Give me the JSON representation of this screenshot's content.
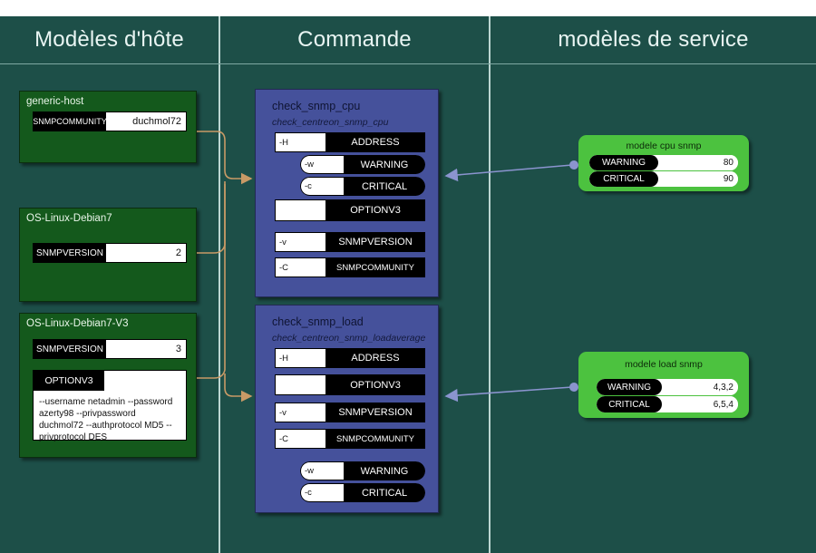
{
  "page": {
    "background": "#1d4f48",
    "top_strip_color": "#ffffff"
  },
  "columns": [
    {
      "name": "host-templates",
      "title": "Modèles d'hôte"
    },
    {
      "name": "command",
      "title": "Commande"
    },
    {
      "name": "service-templates",
      "title": "modèles de service"
    }
  ],
  "host_templates": [
    {
      "name": "generic-host",
      "title": "generic-host",
      "macros": [
        {
          "key": "SNMPCOMMUNITY",
          "value": "duchmol72"
        }
      ]
    },
    {
      "name": "os-linux-debian7",
      "title": "OS-Linux-Debian7",
      "macros": [
        {
          "key": "SNMPVERSION",
          "value": "2"
        }
      ]
    },
    {
      "name": "os-linux-debian7-v3",
      "title": "OS-Linux-Debian7-V3",
      "macros": [
        {
          "key": "SNMPVERSION",
          "value": "3"
        }
      ],
      "optionv3": {
        "key": "OPTIONV3",
        "value": "--username netadmin --password azerty98 --privpassword duchmol72 --authprotocol MD5 --privprotocol DES"
      }
    }
  ],
  "commands": [
    {
      "name": "check_snmp_cpu",
      "title": "check_snmp_cpu",
      "subtitle": "check_centreon_snmp_cpu",
      "args": [
        {
          "switch": "-H",
          "macro": "ADDRESS",
          "shape": "rect"
        },
        {
          "switch": "-w",
          "macro": "WARNING",
          "shape": "pill"
        },
        {
          "switch": "-c",
          "macro": "CRITICAL",
          "shape": "pill"
        },
        {
          "switch": "",
          "macro": "OPTIONV3",
          "shape": "rect"
        },
        {
          "switch": "-v",
          "macro": "SNMPVERSION",
          "shape": "rect"
        },
        {
          "switch": "-C",
          "macro": "SNMPCOMMUNITY",
          "shape": "rect"
        }
      ]
    },
    {
      "name": "check_snmp_load",
      "title": "check_snmp_load",
      "subtitle": "check_centreon_snmp_loadaverage",
      "args": [
        {
          "switch": "-H",
          "macro": "ADDRESS",
          "shape": "rect"
        },
        {
          "switch": "",
          "macro": "OPTIONV3",
          "shape": "rect"
        },
        {
          "switch": "-v",
          "macro": "SNMPVERSION",
          "shape": "rect"
        },
        {
          "switch": "-C",
          "macro": "SNMPCOMMUNITY",
          "shape": "rect"
        },
        {
          "switch": "-w",
          "macro": "WARNING",
          "shape": "pill"
        },
        {
          "switch": "-c",
          "macro": "CRITICAL",
          "shape": "pill"
        }
      ]
    }
  ],
  "service_templates": [
    {
      "name": "modele-cpu-snmp",
      "title": "modele cpu snmp",
      "macros": [
        {
          "key": "WARNING",
          "value": "80"
        },
        {
          "key": "CRITICAL",
          "value": "90"
        }
      ]
    },
    {
      "name": "modele-load-snmp",
      "title": "modele load snmp",
      "macros": [
        {
          "key": "WARNING",
          "value": "4,3,2"
        },
        {
          "key": "CRITICAL",
          "value": "6,5,4"
        }
      ]
    }
  ],
  "colors": {
    "board": "#1d4f48",
    "host_box": "#14591c",
    "command_box": "#45519b",
    "service_box": "#4cc23f",
    "host_link": "#c89a66",
    "service_link": "#8b94cf",
    "divider": "#bcd6d2"
  }
}
